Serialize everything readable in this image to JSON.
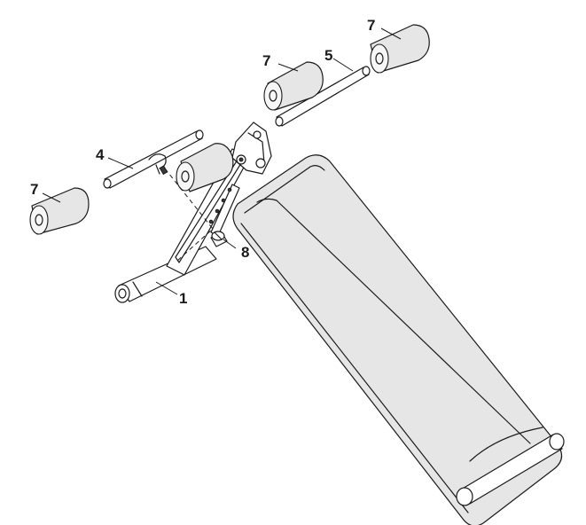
{
  "callouts": {
    "part_7_left": "7",
    "part_4": "4",
    "part_7_center": "7",
    "part_5": "5",
    "part_7_right": "7",
    "part_8": "8",
    "part_1": "1"
  },
  "colors": {
    "line": "#1a1a1a",
    "pad_fill": "#e6e6e6",
    "background": "#ffffff"
  }
}
